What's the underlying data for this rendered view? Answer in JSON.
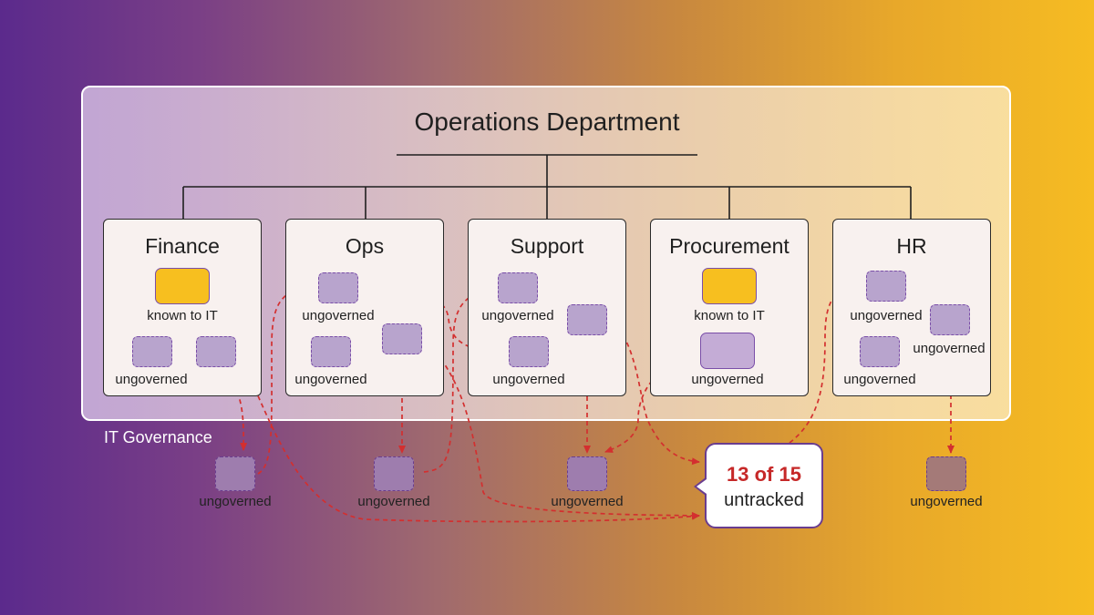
{
  "diagram": {
    "title": "Operations Department",
    "governance_label": "IT Governance",
    "units": [
      {
        "name": "Finance",
        "known_label": "known to IT",
        "ungoverned_label": "ungoverned"
      },
      {
        "name": "Ops",
        "ungoverned_label_1": "ungoverned",
        "ungoverned_label_2": "ungoverned"
      },
      {
        "name": "Support",
        "ungoverned_label_1": "ungoverned",
        "ungoverned_label_2": "ungoverned"
      },
      {
        "name": "Procurement",
        "known_label": "known to IT",
        "ungoverned_label": "ungoverned"
      },
      {
        "name": "HR",
        "ungoverned_label_1": "ungoverned",
        "ungoverned_label_2": "ungoverned",
        "ungoverned_label_3": "ungoverned"
      }
    ],
    "outside_apps": [
      {
        "label": "ungoverned"
      },
      {
        "label": "ungoverned"
      },
      {
        "label": "ungoverned"
      },
      {
        "label": "ungoverned"
      }
    ],
    "callout": {
      "stat": "13 of 15",
      "text": "untracked"
    },
    "colors": {
      "arrow": "#d32f2f",
      "known": "#f7bf1f",
      "ungoverned": "#b8a4cd",
      "accent": "#6a3d8f"
    }
  }
}
